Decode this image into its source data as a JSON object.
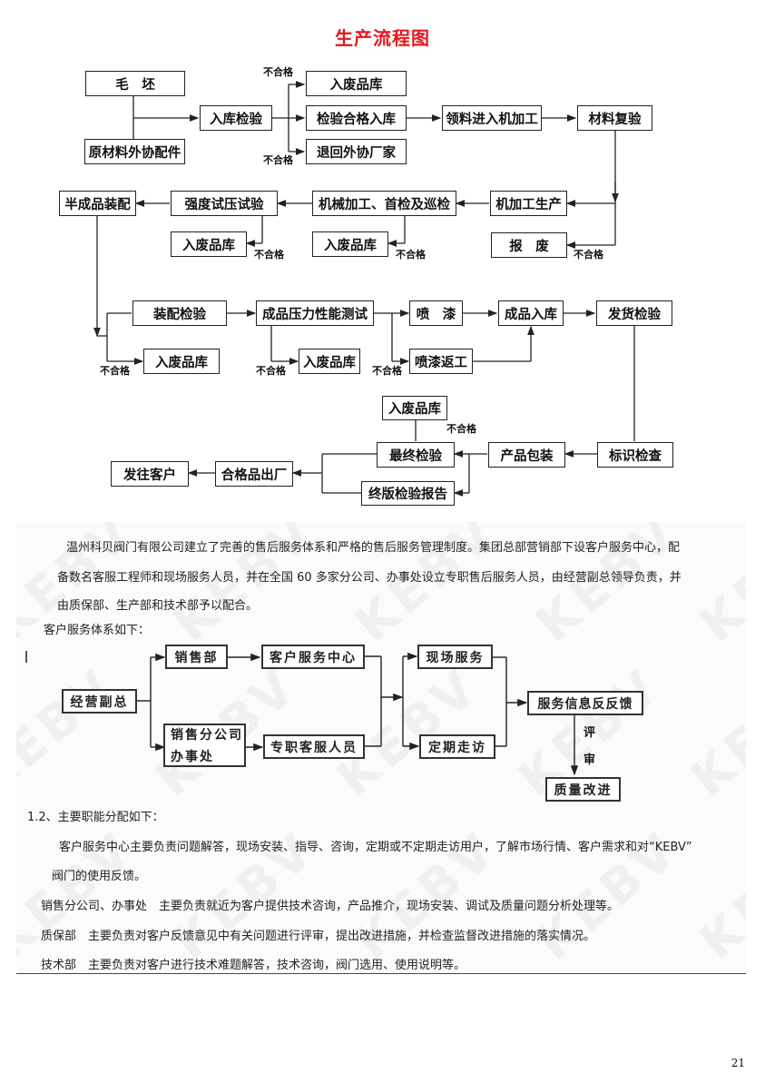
{
  "page": {
    "title": "生产流程图",
    "title_color": "#e8141b",
    "page_number": "21"
  },
  "production_flow": {
    "nodes": {
      "blank": "毛　坯",
      "raw_parts": "原材料外协配件",
      "incoming_inspection": "入库检验",
      "scrap_store_1": "入废品库",
      "pass_store": "检验合格入库",
      "return_supplier": "退回外协厂家",
      "feed_machining": "领料进入机加工",
      "material_recheck": "材料复验",
      "machining_production": "机加工生产",
      "scrap": "报　废",
      "machining_inspection": "机械加工、首检及巡检",
      "scrap_store_2": "入废品库",
      "strength_test": "强度试压试验",
      "scrap_store_3": "入废品库",
      "semi_assembly": "半成品装配",
      "assembly_inspection": "装配检验",
      "scrap_store_4": "入废品库",
      "pressure_test": "成品压力性能测试",
      "scrap_store_5": "入废品库",
      "painting": "喷　漆",
      "repaint": "喷漆返工",
      "finished_store": "成品入库",
      "shipping_inspection": "发货检验",
      "label_check": "标识检查",
      "packaging": "产品包装",
      "final_inspection": "最终检验",
      "scrap_store_6": "入废品库",
      "final_report": "终版检验报告",
      "qualified_out": "合格品出厂",
      "ship_customer": "发往客户"
    },
    "fail_label": "不合格"
  },
  "intro": {
    "lines": [
      "温州科贝阀门有限公司建立了完善的售后服务体系和严格的售后服务管理制度。集团总部营销部下设客户服务中心，配",
      "备数名客服工程师和现场服务人员，并在全国  60  多家分公司、办事处设立专职售后服务人员，由经营副总领导负责，并",
      "由质保部、生产部和技术部予以配合。"
    ],
    "system_heading": "客户服务体系如下："
  },
  "service_flow": {
    "nodes": {
      "vp": "经营副总",
      "sales_dept": "销售部",
      "service_center": "客户服务中心",
      "branch_line1": "销售分公司",
      "branch_line2": "办事处",
      "dedicated_staff": "专职客服人员",
      "onsite_service": "现场服务",
      "regular_visit": "定期走访",
      "feedback": "服务信息反反馈",
      "quality_improve": "质量改进"
    },
    "review_label_1": "评",
    "review_label_2": "审",
    "watermark": "KEBV"
  },
  "duties": {
    "heading": "1.2、主要职能分配如下：",
    "items": [
      "客户服务中心主要负责问题解答，现场安装、指导、咨询，定期或不定期走访用户，了解市场行情、客户需求和对“KEBV”",
      "阀门的使用反馈。",
      "销售分公司、办事处　主要负责就近为客户提供技术咨询，产品推介，现场安装、调试及质量问题分析处理等。",
      "质保部　主要负责对客户反馈意见中有关问题进行评审，提出改进措施，并检查监督改进措施的落实情况。",
      "技术部　主要负责对客户进行技术难题解答，技术咨询，阀门选用、使用说明等。"
    ]
  }
}
